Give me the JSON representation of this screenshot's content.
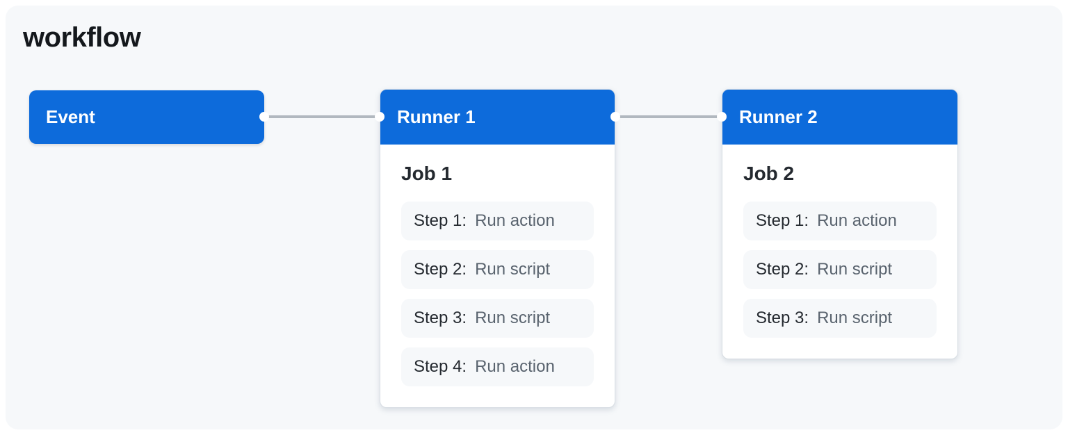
{
  "title": "workflow",
  "colors": {
    "accent_blue": "#0d6bdb",
    "panel_bg": "#f6f8fa",
    "card_bg": "#ffffff",
    "connector_line": "#b1b8bf",
    "step_row_bg": "#f6f8fa",
    "step_label_text": "#24292f",
    "step_value_text": "#59636e",
    "header_text": "#ffffff",
    "title_text": "#14181c"
  },
  "event": {
    "label": "Event"
  },
  "runners": [
    {
      "label": "Runner 1",
      "job": {
        "title": "Job 1",
        "steps": [
          {
            "label": "Step 1:",
            "value": "Run action"
          },
          {
            "label": "Step 2:",
            "value": "Run script"
          },
          {
            "label": "Step 3:",
            "value": "Run script"
          },
          {
            "label": "Step 4:",
            "value": "Run action"
          }
        ]
      }
    },
    {
      "label": "Runner 2",
      "job": {
        "title": "Job 2",
        "steps": [
          {
            "label": "Step 1:",
            "value": "Run action"
          },
          {
            "label": "Step 2:",
            "value": "Run script"
          },
          {
            "label": "Step 3:",
            "value": "Run script"
          }
        ]
      }
    }
  ]
}
